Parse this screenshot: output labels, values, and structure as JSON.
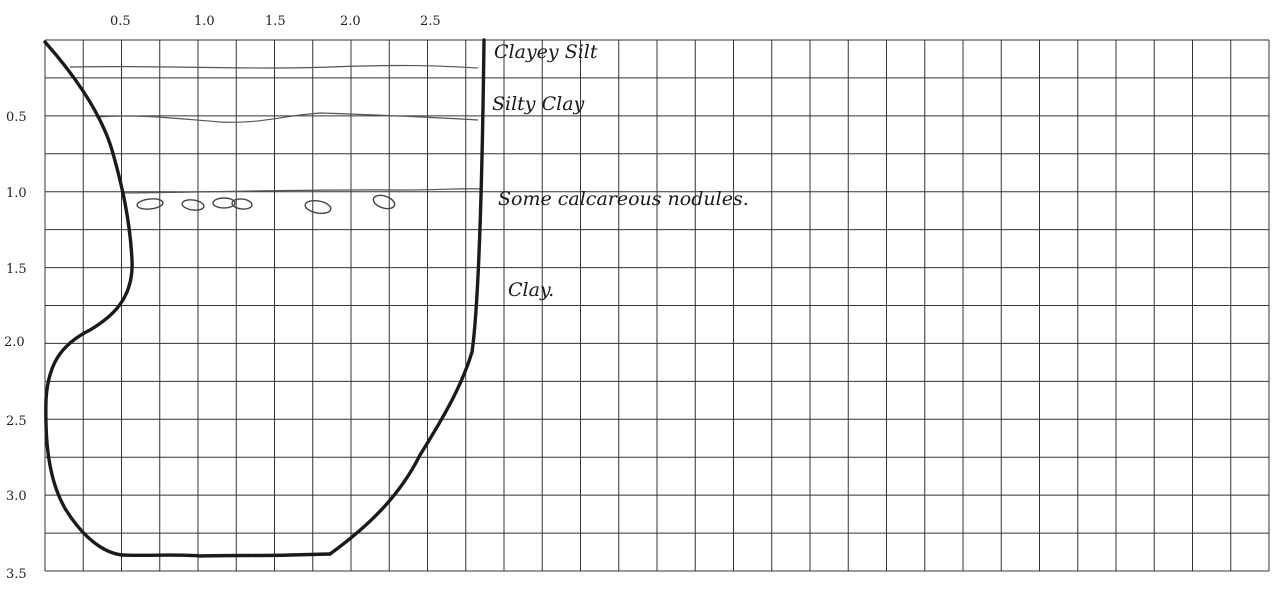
{
  "figure": {
    "top_axis_ticks": [
      "0.5",
      "1.0",
      "1.5",
      "2.0",
      "2.5"
    ],
    "left_axis_ticks": [
      "0.5",
      "1.0",
      "1.5",
      "2.0",
      "2.5",
      "3.0",
      "3.5"
    ],
    "layer_notes": {
      "clayey_silt": "Clayey Silt",
      "silty_clay": "Silty Clay",
      "nodules": "Some calcareous nodules.",
      "clay": "Clay."
    },
    "colors": {
      "paper": "#ffffff",
      "grid": "#333333",
      "ink": "#1a1a1a",
      "pencil": "#555555"
    }
  }
}
